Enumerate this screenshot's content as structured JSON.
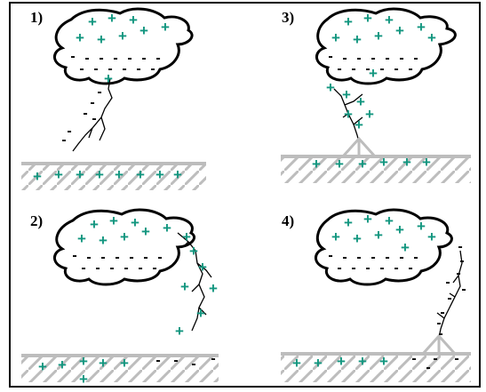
{
  "panels": [
    {
      "label": "1)"
    },
    {
      "label": "2)"
    },
    {
      "label": "3)"
    },
    {
      "label": "4)"
    }
  ],
  "colors": {
    "positive": "#12967f",
    "negative": "#000000",
    "ground": "#bdbdbd",
    "outline": "#000000"
  },
  "symbols": {
    "positive": "+",
    "negative": "-"
  }
}
